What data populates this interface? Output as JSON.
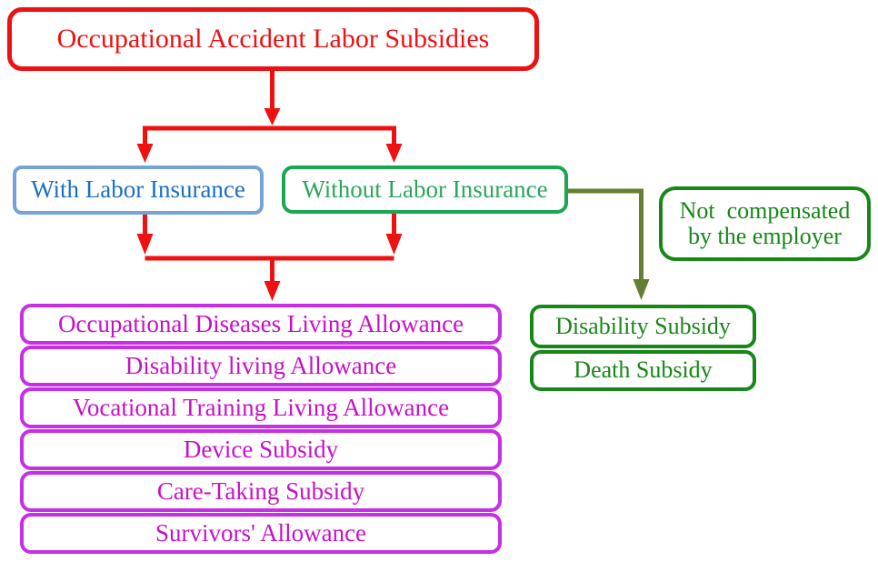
{
  "flowchart": {
    "root": {
      "label": "Occupational Accident Labor Subsidies"
    },
    "branches": [
      {
        "label": "With Labor Insurance"
      },
      {
        "label": "Without Labor Insurance"
      }
    ],
    "note": {
      "line1": "Not  compensated",
      "line2": "by the employer"
    },
    "insured_benefits": [
      "Occupational Diseases Living Allowance",
      "Disability living Allowance",
      "Vocational Training Living Allowance",
      "Device Subsidy",
      "Care-Taking Subsidy",
      "Survivors' Allowance"
    ],
    "uninsured_benefits": [
      "Disability Subsidy",
      "Death Subsidy"
    ],
    "colors": {
      "red": "#ee1111",
      "blue_border": "#74a3d8",
      "blue_text": "#1b70c4",
      "green_border": "#17a851",
      "green_text": "#2ea55c",
      "dark_green": "#178717",
      "olive_arrow": "#62802f",
      "magenta_border": "#c62fe6",
      "magenta_text": "#c711c7"
    }
  }
}
